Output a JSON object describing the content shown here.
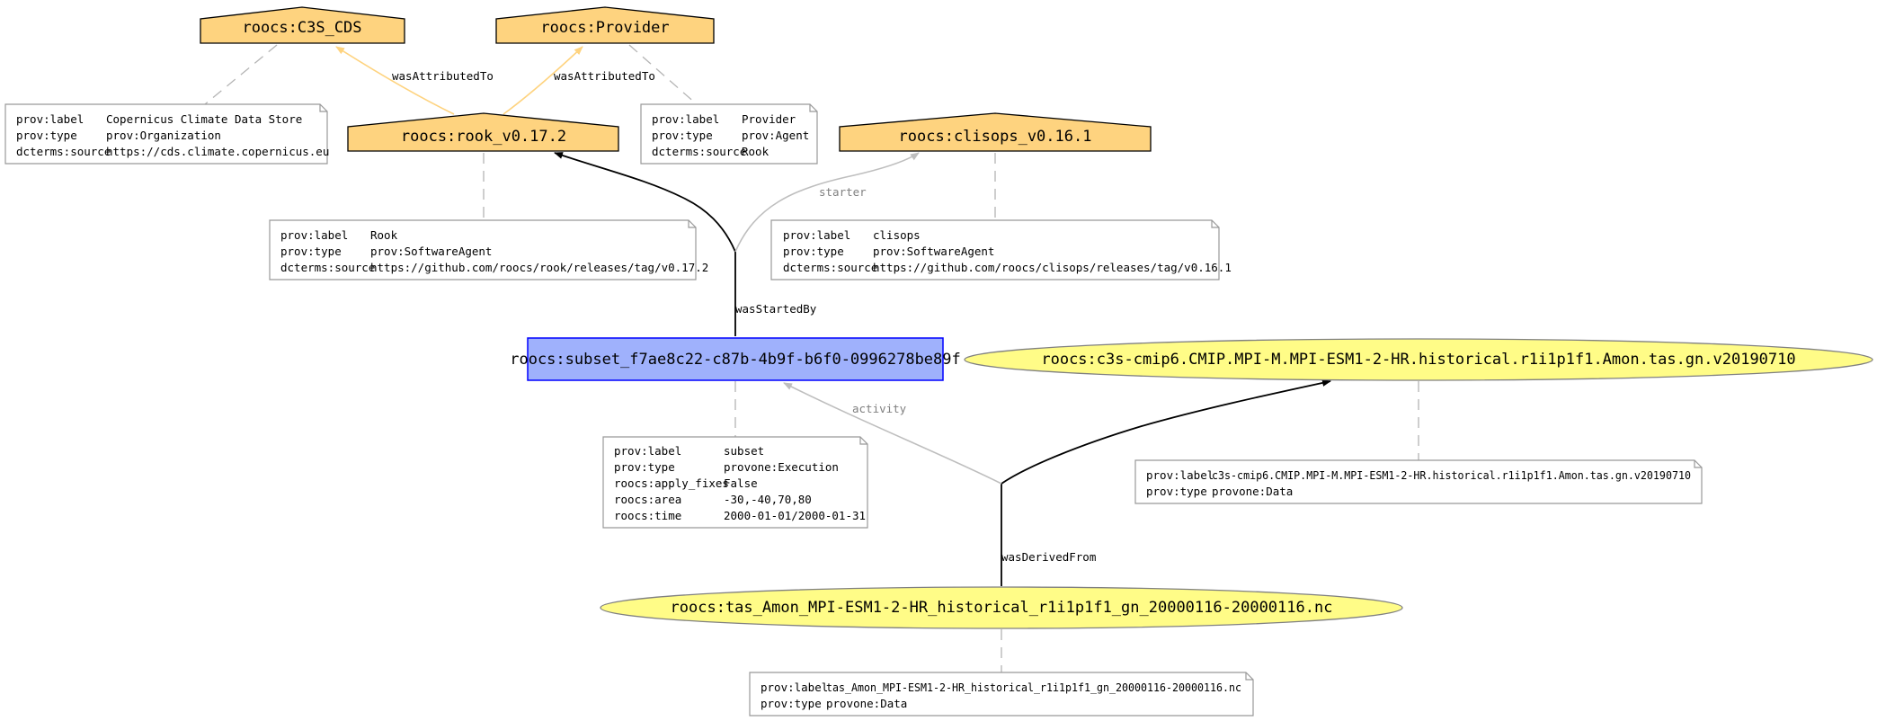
{
  "colors": {
    "agent_fill": "#fed37f",
    "activity_fill": "#9fb1fc",
    "activity_stroke": "#0000ff",
    "entity_fill": "#fffc87",
    "entity_stroke": "#808080",
    "attribution_edge": "#fed37f",
    "grey_edge": "#bebebe",
    "black_edge": "#000000"
  },
  "agents": [
    {
      "id": "c3s_cds",
      "label": "roocs:C3S_CDS"
    },
    {
      "id": "provider",
      "label": "roocs:Provider"
    },
    {
      "id": "rook",
      "label": "roocs:rook_v0.17.2"
    },
    {
      "id": "clisops",
      "label": "roocs:clisops_v0.16.1"
    }
  ],
  "activity": {
    "id": "subset",
    "label": "roocs:subset_f7ae8c22-c87b-4b9f-b6f0-0996278be89f"
  },
  "entities": [
    {
      "id": "dataset",
      "label": "roocs:c3s-cmip6.CMIP.MPI-M.MPI-ESM1-2-HR.historical.r1i1p1f1.Amon.tas.gn.v20190710"
    },
    {
      "id": "file",
      "label": "roocs:tas_Amon_MPI-ESM1-2-HR_historical_r1i1p1f1_gn_20000116-20000116.nc"
    }
  ],
  "notes": [
    {
      "id": "c3s_cds_note",
      "rows": [
        {
          "key": "prov:label",
          "value": "Copernicus Climate Data Store"
        },
        {
          "key": "prov:type",
          "value": "prov:Organization"
        },
        {
          "key": "dcterms:source",
          "value": "https://cds.climate.copernicus.eu"
        }
      ]
    },
    {
      "id": "provider_note",
      "rows": [
        {
          "key": "prov:label",
          "value": "Provider"
        },
        {
          "key": "prov:type",
          "value": "prov:Agent"
        },
        {
          "key": "dcterms:source",
          "value": "Rook"
        }
      ]
    },
    {
      "id": "rook_note",
      "rows": [
        {
          "key": "prov:label",
          "value": "Rook"
        },
        {
          "key": "prov:type",
          "value": "prov:SoftwareAgent"
        },
        {
          "key": "dcterms:source",
          "value": "https://github.com/roocs/rook/releases/tag/v0.17.2"
        }
      ]
    },
    {
      "id": "clisops_note",
      "rows": [
        {
          "key": "prov:label",
          "value": "clisops"
        },
        {
          "key": "prov:type",
          "value": "prov:SoftwareAgent"
        },
        {
          "key": "dcterms:source",
          "value": "https://github.com/roocs/clisops/releases/tag/v0.16.1"
        }
      ]
    },
    {
      "id": "subset_note",
      "rows": [
        {
          "key": "prov:label",
          "value": "subset"
        },
        {
          "key": "prov:type",
          "value": "provone:Execution"
        },
        {
          "key": "roocs:apply_fixes",
          "value": "False"
        },
        {
          "key": "roocs:area",
          "value": "-30,-40,70,80"
        },
        {
          "key": "roocs:time",
          "value": "2000-01-01/2000-01-31"
        }
      ]
    },
    {
      "id": "dataset_note",
      "rows": [
        {
          "key": "prov:label",
          "value": "c3s-cmip6.CMIP.MPI-M.MPI-ESM1-2-HR.historical.r1i1p1f1.Amon.tas.gn.v20190710"
        },
        {
          "key": "prov:type",
          "value": "provone:Data"
        }
      ]
    },
    {
      "id": "file_note",
      "rows": [
        {
          "key": "prov:label",
          "value": "tas_Amon_MPI-ESM1-2-HR_historical_r1i1p1f1_gn_20000116-20000116.nc"
        },
        {
          "key": "prov:type",
          "value": "provone:Data"
        }
      ]
    }
  ],
  "edge_labels": {
    "attributed_c3s": "wasAttributedTo",
    "attributed_provider": "wasAttributedTo",
    "starter": "starter",
    "was_started_by": "wasStartedBy",
    "activity": "activity",
    "was_derived_from": "wasDerivedFrom"
  }
}
